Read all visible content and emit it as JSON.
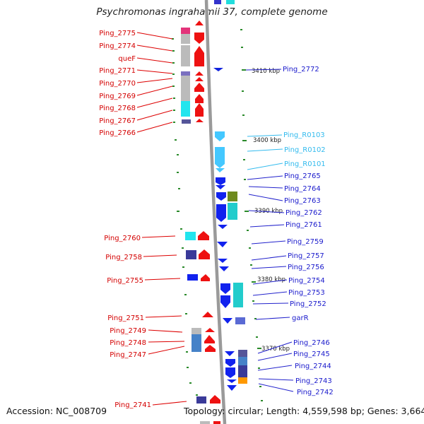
{
  "title": "Psychromonas ingrahamii 37, complete genome",
  "accession": "Accession: NC_008709",
  "summary": "Topology: circular; Length: 4,559,598 bp; Genes: 3,664",
  "ruler_ticks": [
    "3410 kbp",
    "3400 kbp",
    "3390 kbp",
    "3380 kbp",
    "3370 kbp"
  ],
  "left_genes": [
    "Ping_2775",
    "Ping_2774",
    "queF",
    "Ping_2771",
    "Ping_2770",
    "Ping_2769",
    "Ping_2768",
    "Ping_2767",
    "Ping_2766",
    "Ping_2760",
    "Ping_2758",
    "Ping_2755",
    "Ping_2751",
    "Ping_2749",
    "Ping_2748",
    "Ping_2747",
    "Ping_2741"
  ],
  "right_genes": [
    "Ping_2772",
    "Ping_R0103",
    "Ping_R0102",
    "Ping_R0101",
    "Ping_2765",
    "Ping_2764",
    "Ping_2763",
    "Ping_2762",
    "Ping_2761",
    "Ping_2759",
    "Ping_2757",
    "Ping_2756",
    "Ping_2754",
    "Ping_2753",
    "Ping_2752",
    "garR",
    "Ping_2746",
    "Ping_2745",
    "Ping_2744",
    "Ping_2743",
    "Ping_2742"
  ],
  "colors": {
    "forward_strand": "#ff0000",
    "reverse_strand": "#0000ee",
    "rna_genes": "#33ccff",
    "backbone": "#999999",
    "ticks": "#228b22"
  }
}
